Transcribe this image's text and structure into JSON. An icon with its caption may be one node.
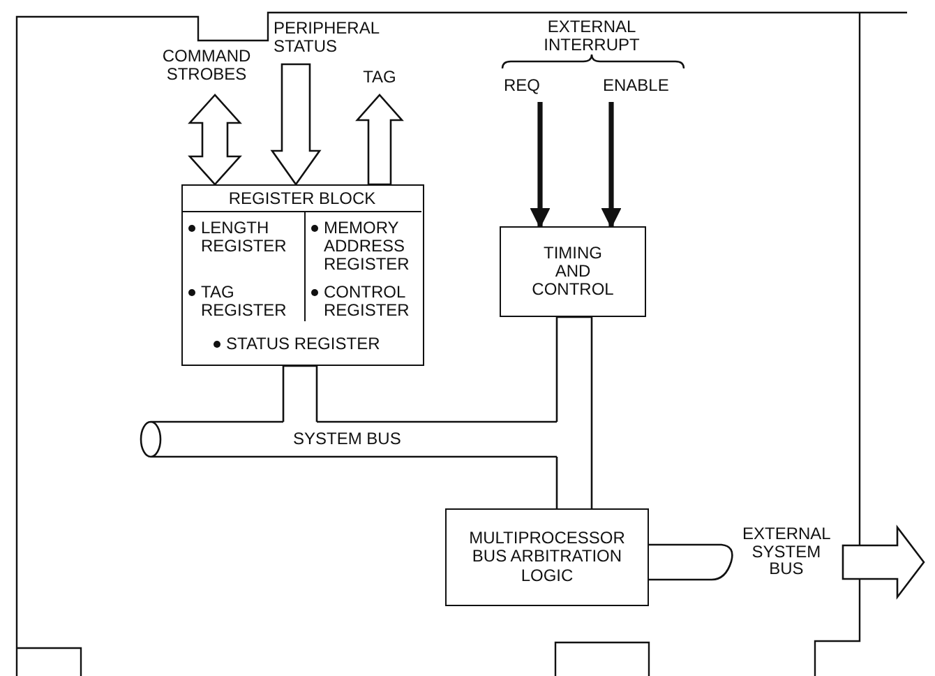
{
  "diagram": {
    "nodes": [
      {
        "text": [
          "COMMAND STROBES"
        ]
      },
      {
        "text": [
          "PERIPHERAL STATUS"
        ]
      },
      {
        "text": [
          "TAG"
        ]
      },
      {
        "text": [
          "REGISTER BLOCK",
          "LENGTH REGISTER",
          "MEMORY ADDRESS REGISTER",
          "TAG REGISTER",
          "CONTROL REGISTER",
          "STATUS REGISTER"
        ]
      },
      {
        "text": [
          "REQ"
        ]
      },
      {
        "text": [
          "ENABLE"
        ]
      },
      {
        "text": [
          "TIMING AND CONTROL"
        ]
      },
      {
        "text": [
          "SYSTEM BUS"
        ]
      },
      {
        "text": [
          "MULTIPROCESSOR BUS ARBITRATION LOGIC"
        ]
      }
    ],
    "edges": [
      {
        "from": 0,
        "to": 3,
        "arrow": "both"
      },
      {
        "from": 1,
        "to": 3,
        "arrow": "to"
      },
      {
        "from": 3,
        "to": 2,
        "arrow": "to"
      },
      {
        "from": 4,
        "to": 6,
        "arrow": "to",
        "style": "thick"
      },
      {
        "from": 5,
        "to": 6,
        "arrow": "to",
        "style": "thick"
      },
      {
        "from": 3,
        "to": 7,
        "arrow": "none"
      },
      {
        "from": 6,
        "to": 8,
        "arrow": "none"
      },
      {
        "from": 7,
        "to": 8,
        "arrow": "none"
      },
      {
        "from": 8,
        "to": null,
        "arrow": "to",
        "label": "EXTERNAL SYSTEM BUS"
      }
    ],
    "labels": [
      "EXTERNAL INTERRUPT"
    ]
  }
}
